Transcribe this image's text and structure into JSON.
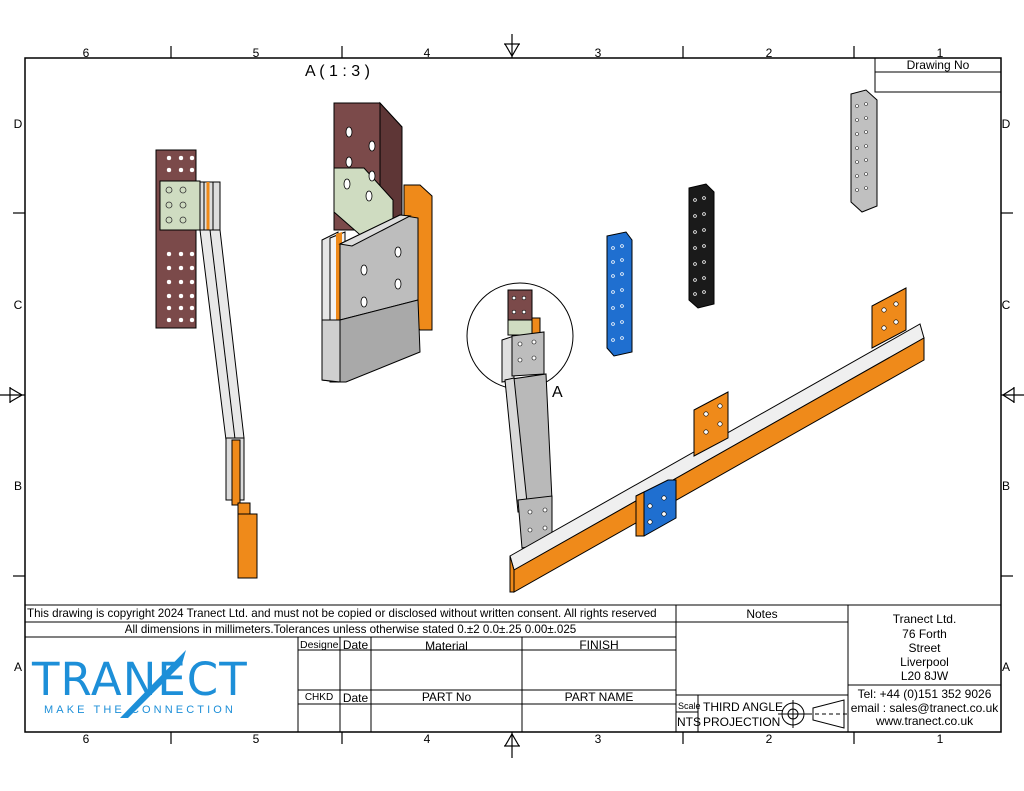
{
  "drawing": {
    "detail_label": "A ( 1 : 3 )",
    "detail_callout": "A"
  },
  "zones": {
    "columns": [
      "6",
      "5",
      "4",
      "3",
      "2",
      "1"
    ],
    "rows": [
      "D",
      "C",
      "B",
      "A"
    ]
  },
  "title_block": {
    "drawing_no_label": "Drawing No",
    "copyright": "This drawing is copyright 2024 Tranect Ltd. and must not be copied or disclosed without written consent. All rights reserved",
    "tolerances": "All dimensions in millimeters.Tolerances unless otherwise stated 0.±2   0.0±.25   0.00±.025",
    "designed_label": "Designe",
    "date_label": "Date",
    "material_label": "Material",
    "finish_label": "FINISH",
    "checked_label": "CHKD",
    "date_label_2": "Date",
    "part_no_label": "PART No",
    "part_name_label": "PART NAME",
    "notes_label": "Notes",
    "scale_label": "Scale",
    "scale_value": "NTS",
    "projection_line1": "THIRD ANGLE",
    "projection_line2": "PROJECTION"
  },
  "company": {
    "name": "Tranect Ltd.",
    "address1": "76 Forth",
    "address2": "Street",
    "city": "Liverpool",
    "postcode": "L20 8JW",
    "tel": "Tel: +44 (0)151 352 9026",
    "email": "email : sales@tranect.co.uk",
    "web": "www.tranect.co.uk"
  },
  "logo": {
    "wordmark": "TRANECT",
    "tagline": "MAKE THE CONNECTION"
  },
  "colors": {
    "brand_blue": "#1d8fd8",
    "copper": "#7b4a4a",
    "tin_green": "#cfdcc1",
    "orange": "#ef8a1a",
    "steel_grey": "#b9b9b9",
    "insulator_blue": "#1f6fd0",
    "insulator_black": "#1a1a1a"
  }
}
